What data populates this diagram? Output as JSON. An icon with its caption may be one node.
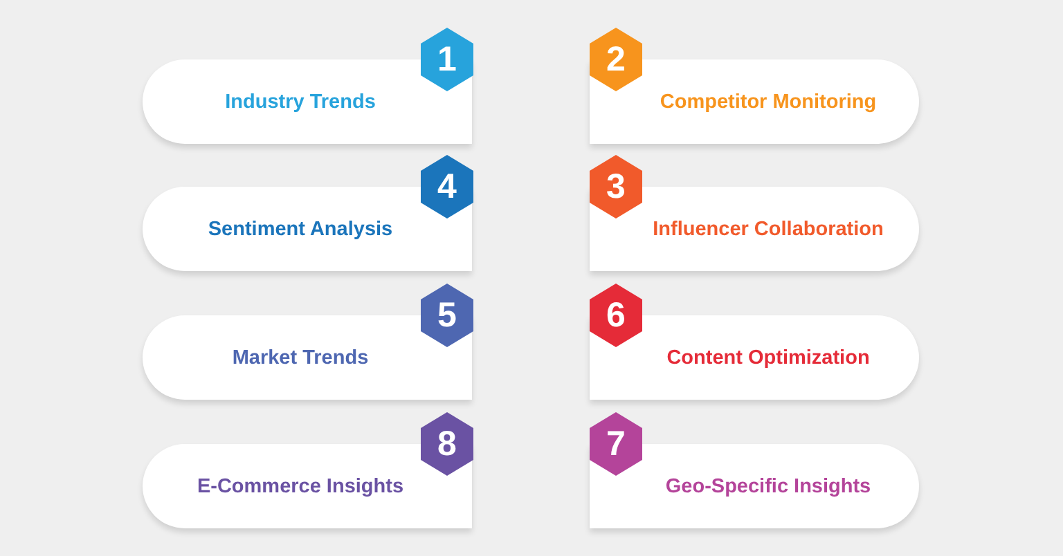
{
  "diagram": {
    "nodes": [
      {
        "text": [
          "1"
        ]
      },
      {
        "text": [
          "Industry Trends"
        ]
      },
      {
        "text": [
          "2"
        ]
      },
      {
        "text": [
          "Competitor Monitoring"
        ]
      },
      {
        "text": [
          "4"
        ]
      },
      {
        "text": [
          "Sentiment Analysis"
        ]
      },
      {
        "text": [
          "3"
        ]
      },
      {
        "text": [
          "Influencer Collaboration"
        ]
      },
      {
        "text": [
          "5"
        ]
      },
      {
        "text": [
          "Market Trends"
        ]
      },
      {
        "text": [
          "6"
        ]
      },
      {
        "text": [
          "Content Optimization"
        ]
      },
      {
        "text": [
          "8"
        ]
      },
      {
        "text": [
          "E-Commerce Insights"
        ]
      },
      {
        "text": [
          "7"
        ]
      },
      {
        "text": [
          "Geo-Specific Insights"
        ]
      }
    ]
  }
}
